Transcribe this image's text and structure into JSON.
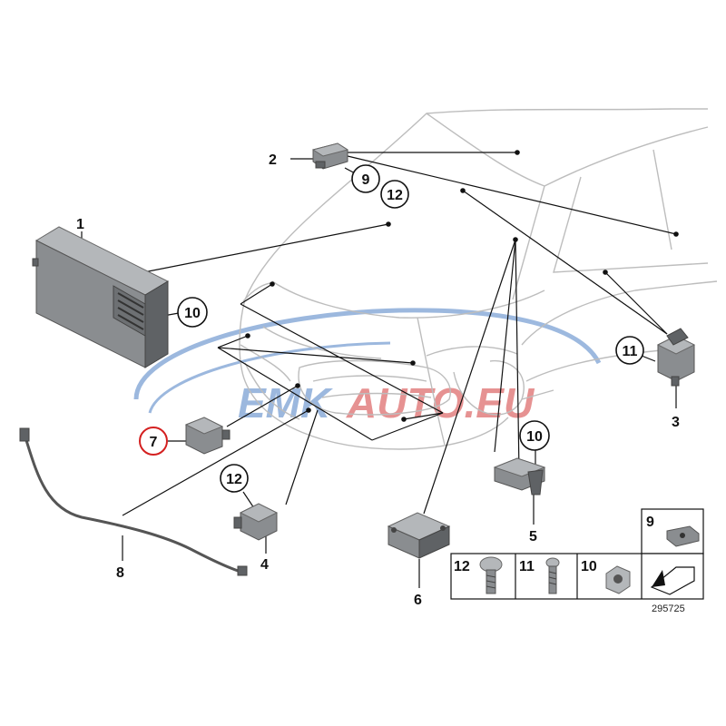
{
  "diagram": {
    "part_numbers": {
      "p1": "1",
      "p2": "2",
      "p3": "3",
      "p4": "4",
      "p5": "5",
      "p6": "6",
      "p7": "7",
      "p8": "8",
      "c9": "9",
      "c12a": "12",
      "c10a": "10",
      "c11": "11",
      "c10b": "10",
      "c12b": "12"
    },
    "legend": {
      "item9": "9",
      "item12": "12",
      "item11": "11",
      "item10": "10"
    },
    "diagram_id": "295725",
    "watermark_left": "EMK",
    "watermark_right": "AUTO.EU",
    "colors": {
      "watermark_blue": "#4c7fc4",
      "watermark_red": "#d23a3a",
      "highlight_ring": "#d42020",
      "line": "#111111",
      "car_outline": "#bdbdbd"
    }
  }
}
